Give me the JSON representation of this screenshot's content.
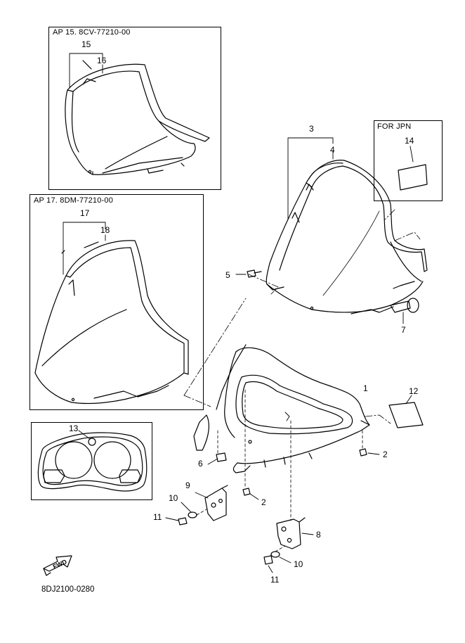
{
  "boxes": {
    "ap15_title": "AP  15. 8CV-77210-00",
    "ap17_title": "AP  17. 8DM-77210-00",
    "for_jpn_title": "FOR JPN"
  },
  "callouts": {
    "c1": "1",
    "c2a": "2",
    "c2b": "2",
    "c3": "3",
    "c4": "4",
    "c5": "5",
    "c6": "6",
    "c7": "7",
    "c8": "8",
    "c9": "9",
    "c10a": "10",
    "c10b": "10",
    "c11a": "11",
    "c11b": "11",
    "c12": "12",
    "c13": "13",
    "c14": "14",
    "c15": "15",
    "c16": "16",
    "c17": "17",
    "c18": "18"
  },
  "fwd_label": "FWD",
  "drawing_number": "8DJ2100-0280"
}
